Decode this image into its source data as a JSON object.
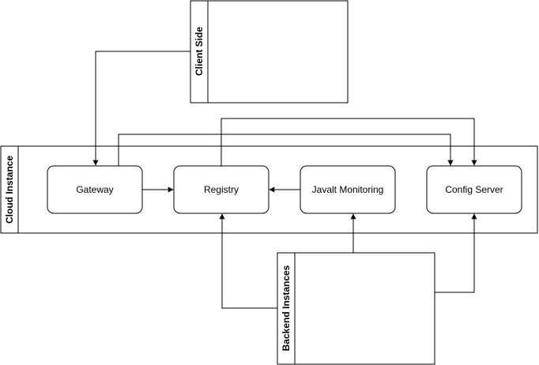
{
  "pools": {
    "client_side": {
      "label": "Client Side"
    },
    "cloud_instance": {
      "label": "Cloud Instance"
    },
    "backend_instances": {
      "label": "Backend Instances"
    }
  },
  "nodes": {
    "gateway": {
      "label": "Gateway"
    },
    "registry": {
      "label": "Registry"
    },
    "javalt_monitoring": {
      "label": "Javalt Monitoring"
    },
    "config_server": {
      "label": "Config Server"
    }
  },
  "edges": [
    {
      "from": "client_side",
      "to": "gateway"
    },
    {
      "from": "gateway",
      "to": "registry"
    },
    {
      "from": "gateway",
      "to": "config_server"
    },
    {
      "from": "registry",
      "to": "config_server"
    },
    {
      "from": "javalt_monitoring",
      "to": "registry"
    },
    {
      "from": "backend_instances",
      "to": "registry"
    },
    {
      "from": "backend_instances",
      "to": "javalt_monitoring"
    },
    {
      "from": "backend_instances",
      "to": "config_server"
    }
  ],
  "colors": {
    "stroke": "#000000",
    "fill": "#ffffff"
  }
}
